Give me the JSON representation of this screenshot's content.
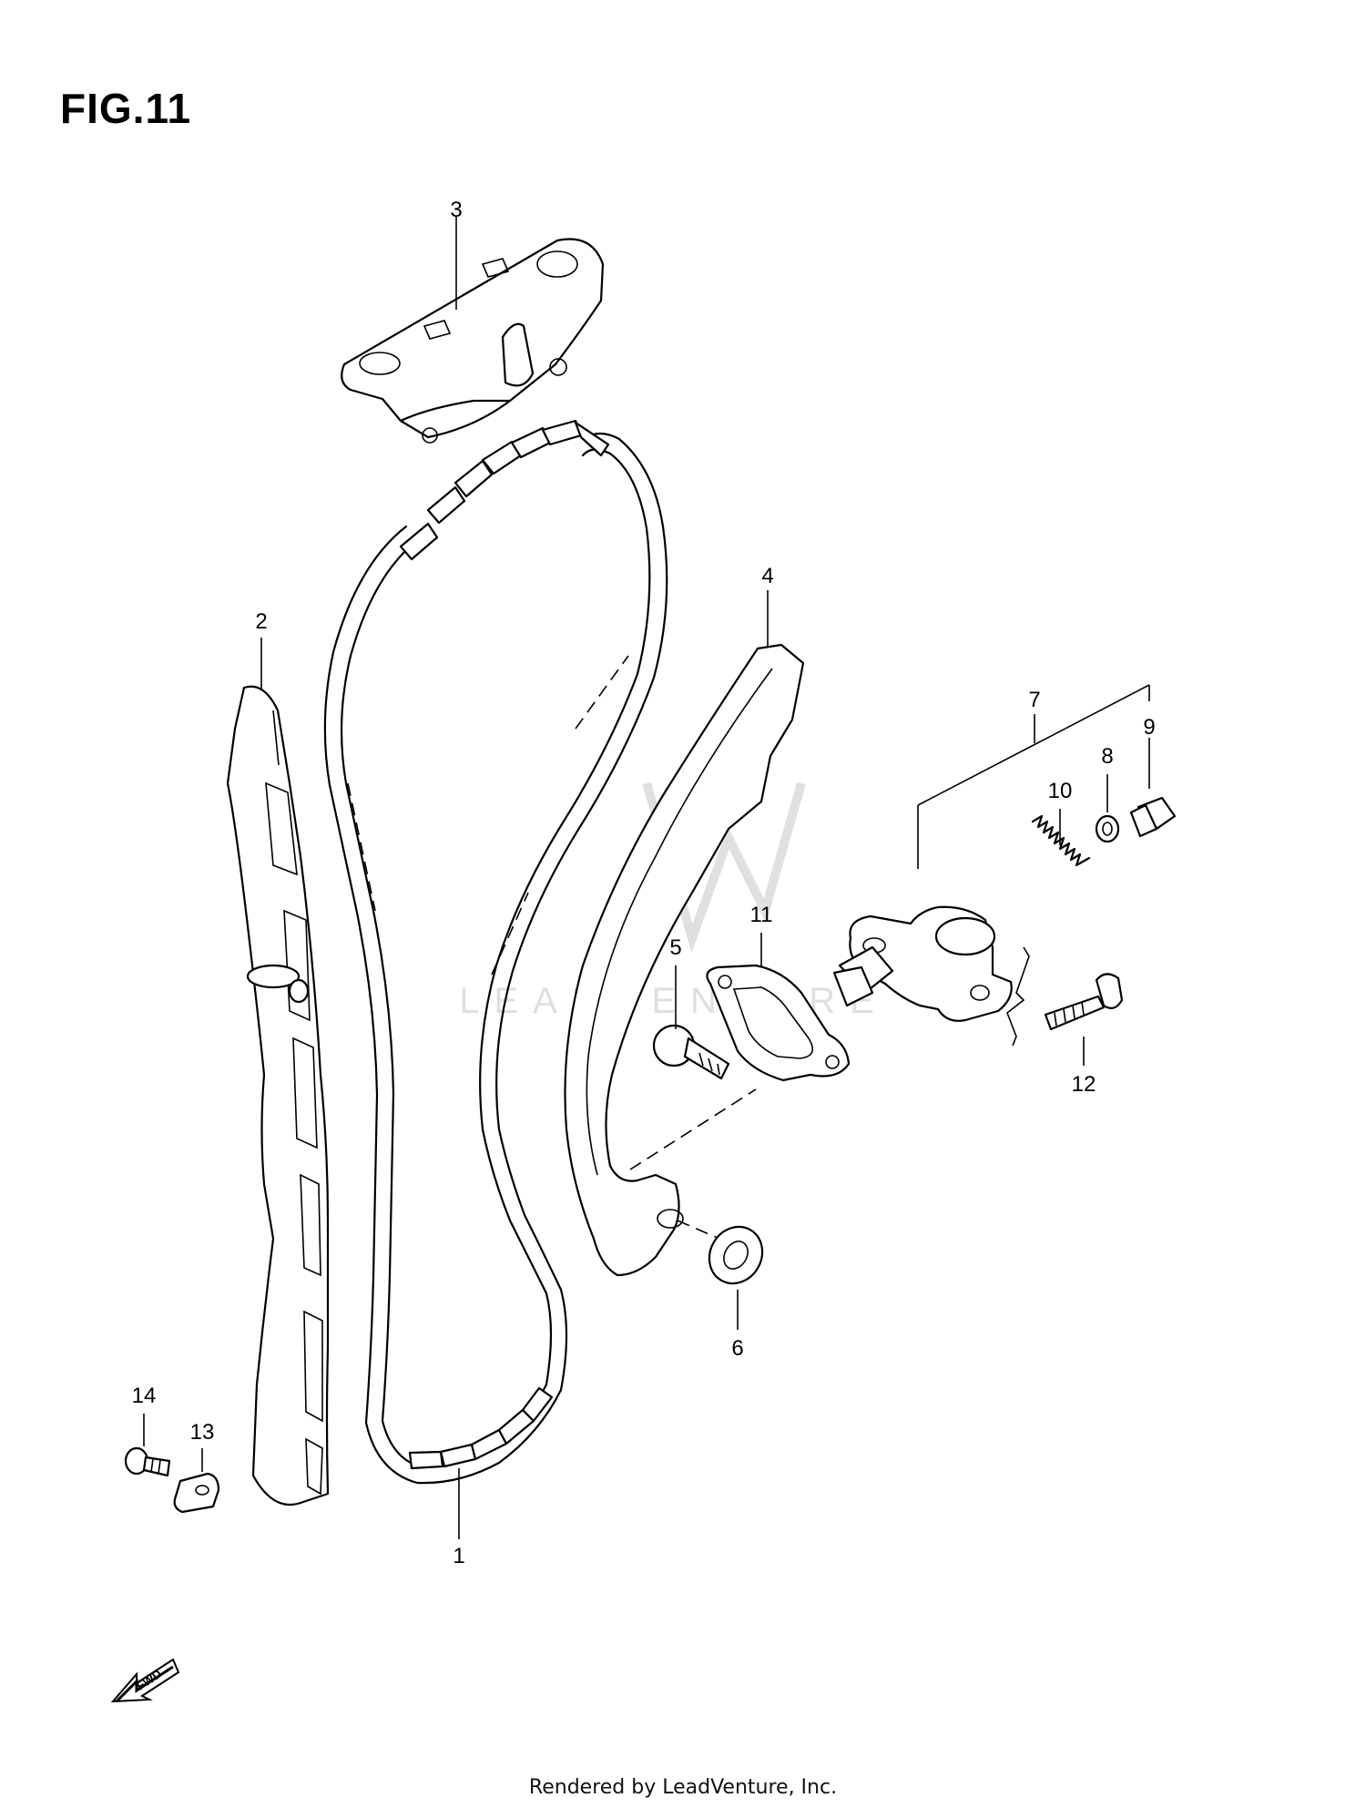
{
  "figure": {
    "title": "FIG.11",
    "footer": "Rendered by LeadVenture, Inc.",
    "watermark": "LEADVENTURE",
    "fwd_label": "FWD"
  },
  "callouts": [
    {
      "id": "c1",
      "label": "1"
    },
    {
      "id": "c2",
      "label": "2"
    },
    {
      "id": "c3",
      "label": "3"
    },
    {
      "id": "c4",
      "label": "4"
    },
    {
      "id": "c5",
      "label": "5"
    },
    {
      "id": "c6",
      "label": "6"
    },
    {
      "id": "c7",
      "label": "7"
    },
    {
      "id": "c8",
      "label": "8"
    },
    {
      "id": "c9",
      "label": "9"
    },
    {
      "id": "c10",
      "label": "10"
    },
    {
      "id": "c11",
      "label": "11"
    },
    {
      "id": "c12",
      "label": "12"
    },
    {
      "id": "c13",
      "label": "13"
    },
    {
      "id": "c14",
      "label": "14"
    }
  ]
}
